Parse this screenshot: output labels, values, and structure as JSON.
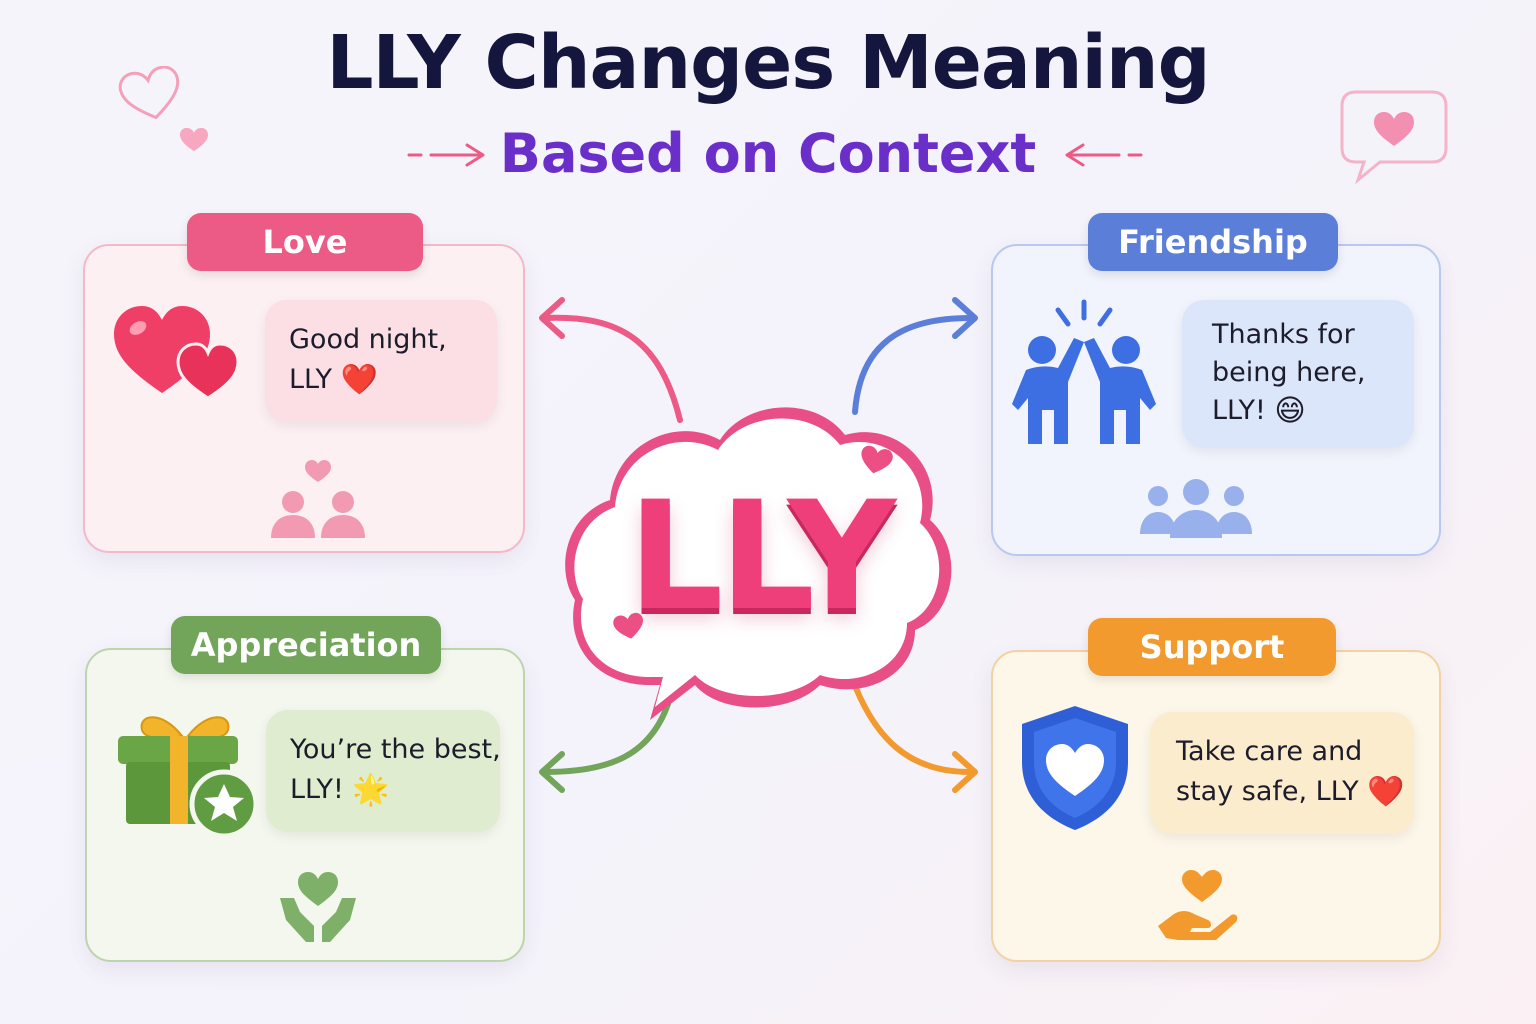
{
  "header": {
    "title": "LLY Changes Meaning",
    "subtitle": "Based on Context"
  },
  "center": {
    "word": "LLY"
  },
  "cards": [
    {
      "key": "love",
      "label": "Love",
      "message": [
        "Good night,",
        "LLY"
      ],
      "emoji": "❤️",
      "color": "#ec5b85"
    },
    {
      "key": "friendship",
      "label": "Friendship",
      "message": [
        "Thanks for",
        "being here,",
        "LLY!"
      ],
      "emoji": "😄",
      "color": "#5b7fd9"
    },
    {
      "key": "appreciation",
      "label": "Appreciation",
      "message": [
        "You’re the best,",
        "LLY!"
      ],
      "emoji": "🌟",
      "color": "#72a45a"
    },
    {
      "key": "support",
      "label": "Support",
      "message": [
        "Take care and",
        "stay safe, LLY"
      ],
      "emoji": "❤️",
      "color": "#f39a2f"
    }
  ],
  "icons": {
    "love": [
      "hearts-icon",
      "couple-icon"
    ],
    "friendship": [
      "high-five-icon",
      "group-icon"
    ],
    "appreciation": [
      "gift-icon",
      "heart-hands-icon"
    ],
    "support": [
      "shield-heart-icon",
      "heart-hand-icon"
    ]
  }
}
